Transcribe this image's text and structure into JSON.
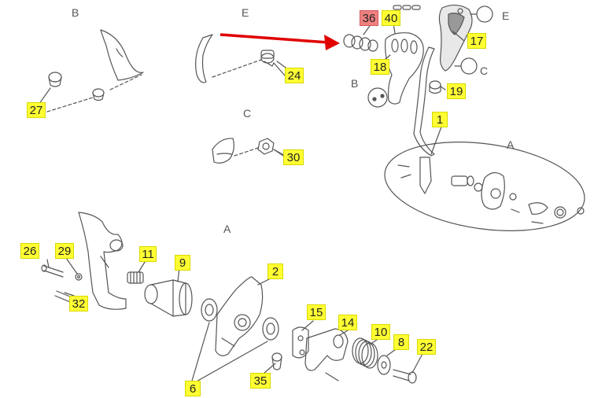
{
  "view_letters": {
    "b_top": "B",
    "e_top": "E",
    "c_mid": "C",
    "a_main": "A",
    "e_inset": "E",
    "c_inset": "C",
    "b_inset": "B",
    "a_inset": "A"
  },
  "callouts": {
    "p1": "1",
    "p2": "2",
    "p6": "6",
    "p8": "8",
    "p9": "9",
    "p10": "10",
    "p11": "11",
    "p14": "14",
    "p15": "15",
    "p17": "17",
    "p18": "18",
    "p19": "19",
    "p22": "22",
    "p24": "24",
    "p26": "26",
    "p27": "27",
    "p29": "29",
    "p30": "30",
    "p32": "32",
    "p35": "35",
    "p36": "36",
    "p40": "40"
  },
  "colors": {
    "callout_fill": "#ffff33",
    "highlight_fill": "#f08080",
    "arrow": "#e00000",
    "line": "#555555"
  }
}
